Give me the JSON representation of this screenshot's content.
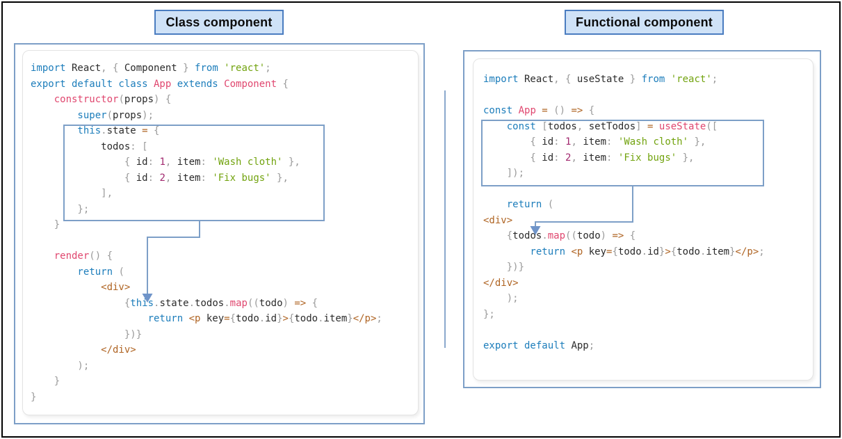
{
  "header": {
    "left_badge": "Class component",
    "right_badge": "Functional component"
  },
  "colors": {
    "k": "#1c7dbb",
    "e": "#e0476f",
    "s": "#72a30f",
    "n": "#a2296f",
    "o": "#af6423",
    "t": "#af6423",
    "p": "#9a9a9a",
    "i": "#2b2b2b",
    "annotation_blue": "#7d9fc7",
    "arrowhead_blue": "#6f94c9",
    "badge_fill": "#cfe2f7",
    "badge_border": "#4a7cc0"
  },
  "color_roles": {
    "k": "keyword",
    "e": "entity-name",
    "s": "string",
    "n": "number",
    "o": "operator",
    "t": "jsx-tag",
    "p": "punctuation",
    "i": "identifier"
  },
  "panels": [
    {
      "name": "class-component",
      "lines": [
        [
          [
            "k",
            "import"
          ],
          [
            "i",
            " React"
          ],
          [
            "p",
            ", { "
          ],
          [
            "i",
            "Component"
          ],
          [
            "p",
            " } "
          ],
          [
            "k",
            "from"
          ],
          [
            "s",
            " 'react'"
          ],
          [
            "p",
            ";"
          ]
        ],
        [
          [
            "k",
            "export default class"
          ],
          [
            "e",
            " App"
          ],
          [
            "k",
            " extends"
          ],
          [
            "e",
            " Component"
          ],
          [
            "p",
            " {"
          ]
        ],
        [
          [
            "e",
            "    constructor"
          ],
          [
            "p",
            "("
          ],
          [
            "i",
            "props"
          ],
          [
            "p",
            ") {"
          ]
        ],
        [
          [
            "k",
            "        super"
          ],
          [
            "p",
            "("
          ],
          [
            "i",
            "props"
          ],
          [
            "p",
            ");"
          ]
        ],
        [
          [
            "k",
            "        this"
          ],
          [
            "p",
            "."
          ],
          [
            "i",
            "state"
          ],
          [
            "o",
            " ="
          ],
          [
            "p",
            " {"
          ]
        ],
        [
          [
            "i",
            "            todos"
          ],
          [
            "p",
            ": ["
          ]
        ],
        [
          [
            "p",
            "                { "
          ],
          [
            "i",
            "id"
          ],
          [
            "p",
            ": "
          ],
          [
            "n",
            "1"
          ],
          [
            "p",
            ", "
          ],
          [
            "i",
            "item"
          ],
          [
            "p",
            ": "
          ],
          [
            "s",
            "'Wash cloth'"
          ],
          [
            "p",
            " },"
          ]
        ],
        [
          [
            "p",
            "                { "
          ],
          [
            "i",
            "id"
          ],
          [
            "p",
            ": "
          ],
          [
            "n",
            "2"
          ],
          [
            "p",
            ", "
          ],
          [
            "i",
            "item"
          ],
          [
            "p",
            ": "
          ],
          [
            "s",
            "'Fix bugs'"
          ],
          [
            "p",
            " },"
          ]
        ],
        [
          [
            "p",
            "            ],"
          ]
        ],
        [
          [
            "p",
            "        };"
          ]
        ],
        [
          [
            "p",
            "    }"
          ]
        ],
        [],
        [
          [
            "e",
            "    render"
          ],
          [
            "p",
            "() {"
          ]
        ],
        [
          [
            "k",
            "        return"
          ],
          [
            "p",
            " ("
          ]
        ],
        [
          [
            "t",
            "            <div>"
          ]
        ],
        [
          [
            "p",
            "                {"
          ],
          [
            "k",
            "this"
          ],
          [
            "p",
            "."
          ],
          [
            "i",
            "state"
          ],
          [
            "p",
            "."
          ],
          [
            "i",
            "todos"
          ],
          [
            "p",
            "."
          ],
          [
            "e",
            "map"
          ],
          [
            "p",
            "(("
          ],
          [
            "i",
            "todo"
          ],
          [
            "p",
            ") "
          ],
          [
            "o",
            "=>"
          ],
          [
            "p",
            " {"
          ]
        ],
        [
          [
            "k",
            "                    return"
          ],
          [
            "t",
            " <p"
          ],
          [
            "i",
            " key"
          ],
          [
            "o",
            "="
          ],
          [
            "p",
            "{"
          ],
          [
            "i",
            "todo"
          ],
          [
            "p",
            "."
          ],
          [
            "i",
            "id"
          ],
          [
            "p",
            "}"
          ],
          [
            "t",
            ">"
          ],
          [
            "p",
            "{"
          ],
          [
            "i",
            "todo"
          ],
          [
            "p",
            "."
          ],
          [
            "i",
            "item"
          ],
          [
            "p",
            "}"
          ],
          [
            "t",
            "</p>"
          ],
          [
            "p",
            ";"
          ]
        ],
        [
          [
            "p",
            "                })}"
          ]
        ],
        [
          [
            "t",
            "            </div>"
          ]
        ],
        [
          [
            "p",
            "        );"
          ]
        ],
        [
          [
            "p",
            "    }"
          ]
        ],
        [
          [
            "p",
            "}"
          ]
        ]
      ]
    },
    {
      "name": "functional-component",
      "lines": [
        [
          [
            "k",
            "import"
          ],
          [
            "i",
            " React"
          ],
          [
            "p",
            ", { "
          ],
          [
            "i",
            "useState"
          ],
          [
            "p",
            " } "
          ],
          [
            "k",
            "from"
          ],
          [
            "s",
            " 'react'"
          ],
          [
            "p",
            ";"
          ]
        ],
        [],
        [
          [
            "k",
            "const"
          ],
          [
            "e",
            " App"
          ],
          [
            "o",
            " ="
          ],
          [
            "p",
            " () "
          ],
          [
            "o",
            "=>"
          ],
          [
            "p",
            " {"
          ]
        ],
        [
          [
            "k",
            "    const"
          ],
          [
            "p",
            " ["
          ],
          [
            "i",
            "todos"
          ],
          [
            "p",
            ", "
          ],
          [
            "i",
            "setTodos"
          ],
          [
            "p",
            "] "
          ],
          [
            "o",
            "="
          ],
          [
            "e",
            " useState"
          ],
          [
            "p",
            "(["
          ]
        ],
        [
          [
            "p",
            "        { "
          ],
          [
            "i",
            "id"
          ],
          [
            "p",
            ": "
          ],
          [
            "n",
            "1"
          ],
          [
            "p",
            ", "
          ],
          [
            "i",
            "item"
          ],
          [
            "p",
            ": "
          ],
          [
            "s",
            "'Wash cloth'"
          ],
          [
            "p",
            " },"
          ]
        ],
        [
          [
            "p",
            "        { "
          ],
          [
            "i",
            "id"
          ],
          [
            "p",
            ": "
          ],
          [
            "n",
            "2"
          ],
          [
            "p",
            ", "
          ],
          [
            "i",
            "item"
          ],
          [
            "p",
            ": "
          ],
          [
            "s",
            "'Fix bugs'"
          ],
          [
            "p",
            " },"
          ]
        ],
        [
          [
            "p",
            "    ]);"
          ]
        ],
        [],
        [
          [
            "k",
            "    return"
          ],
          [
            "p",
            " ("
          ]
        ],
        [
          [
            "t",
            "<div>"
          ]
        ],
        [
          [
            "p",
            "    {"
          ],
          [
            "i",
            "todos"
          ],
          [
            "p",
            "."
          ],
          [
            "e",
            "map"
          ],
          [
            "p",
            "(("
          ],
          [
            "i",
            "todo"
          ],
          [
            "p",
            ") "
          ],
          [
            "o",
            "=>"
          ],
          [
            "p",
            " {"
          ]
        ],
        [
          [
            "k",
            "        return"
          ],
          [
            "t",
            " <p"
          ],
          [
            "i",
            " key"
          ],
          [
            "o",
            "="
          ],
          [
            "p",
            "{"
          ],
          [
            "i",
            "todo"
          ],
          [
            "p",
            "."
          ],
          [
            "i",
            "id"
          ],
          [
            "p",
            "}"
          ],
          [
            "t",
            ">"
          ],
          [
            "p",
            "{"
          ],
          [
            "i",
            "todo"
          ],
          [
            "p",
            "."
          ],
          [
            "i",
            "item"
          ],
          [
            "p",
            "}"
          ],
          [
            "t",
            "</p>"
          ],
          [
            "p",
            ";"
          ]
        ],
        [
          [
            "p",
            "    })}"
          ]
        ],
        [
          [
            "t",
            "</div>"
          ]
        ],
        [
          [
            "p",
            "    );"
          ]
        ],
        [
          [
            "p",
            "};"
          ]
        ],
        [],
        [
          [
            "k",
            "export default"
          ],
          [
            "i",
            " App"
          ],
          [
            "p",
            ";"
          ]
        ]
      ]
    }
  ]
}
